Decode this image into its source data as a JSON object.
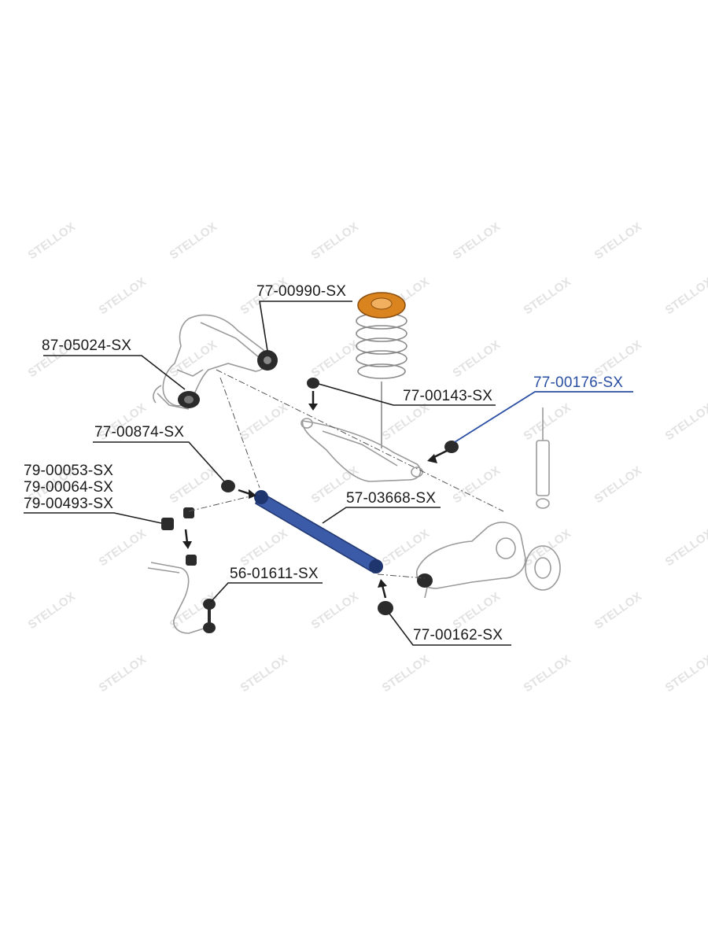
{
  "watermark": {
    "text": "STELLOX"
  },
  "colors": {
    "line": "#1e1e1e",
    "highlight_line": "#2a4fa3",
    "highlight_part": "#3b5ba9",
    "spring_seat": "#d9841f",
    "part_dark": "#2b2b2b",
    "outline": "#9a9a9a",
    "watermark": "#e2e2e2"
  },
  "labels": {
    "spring_pad": "77-00990-SX",
    "subframe_bushing": "87-05024-SX",
    "upper_arm_bushing": "77-00143-SX",
    "shock_bushing": "77-00176-SX",
    "link_bushing_inner": "77-00874-SX",
    "stab_bush_1": "79-00053-SX",
    "stab_bush_2": "79-00064-SX",
    "stab_bush_3": "79-00493-SX",
    "lower_link": "57-03668-SX",
    "stab_link": "56-01611-SX",
    "link_bushing_outer": "77-00162-SX"
  }
}
